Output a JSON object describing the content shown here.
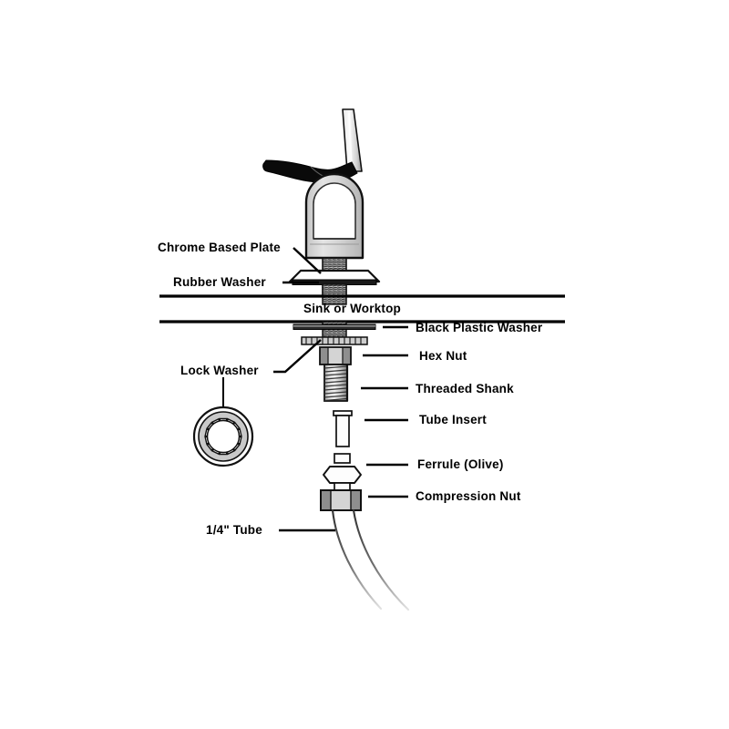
{
  "diagram": {
    "title": "Faucet Mounting Assembly Exploded Diagram",
    "background_color": "#ffffff",
    "line_color": "#000000",
    "labels": {
      "chrome_based_plate": "Chrome Based Plate",
      "rubber_washer": "Rubber Washer",
      "sink_or_worktop": "Sink or Worktop",
      "black_plastic_washer": "Black Plastic Washer",
      "hex_nut": "Hex Nut",
      "lock_washer": "Lock Washer",
      "threaded_shank": "Threaded Shank",
      "tube_insert": "Tube Insert",
      "ferrule_olive": "Ferrule (Olive)",
      "compression_nut": "Compression Nut",
      "quarter_inch_tube": "1/4\"  Tube"
    },
    "parts": [
      {
        "name": "faucet-spout",
        "label": null
      },
      {
        "name": "faucet-lever-handle",
        "label": null
      },
      {
        "name": "faucet-body",
        "label": null
      },
      {
        "name": "chrome-based-plate",
        "label": "Chrome Based Plate"
      },
      {
        "name": "rubber-washer",
        "label": "Rubber Washer"
      },
      {
        "name": "sink-worktop",
        "label": "Sink or Worktop"
      },
      {
        "name": "black-plastic-washer",
        "label": "Black Plastic Washer"
      },
      {
        "name": "lock-washer",
        "label": "Lock Washer"
      },
      {
        "name": "hex-nut",
        "label": "Hex Nut"
      },
      {
        "name": "threaded-shank",
        "label": "Threaded Shank"
      },
      {
        "name": "tube-insert",
        "label": "Tube Insert"
      },
      {
        "name": "ferrule-olive",
        "label": "Ferrule (Olive)"
      },
      {
        "name": "compression-nut",
        "label": "Compression Nut"
      },
      {
        "name": "quarter-inch-tube",
        "label": "1/4\"  Tube"
      }
    ],
    "colors": {
      "outline": "#000000",
      "metal_light": "#efefef",
      "metal_mid": "#c9c9c9",
      "metal_dark": "#8f8f8f",
      "nut_grey": "#8c8c8c",
      "body_fill": "#d9d9d9",
      "white": "#ffffff"
    }
  }
}
